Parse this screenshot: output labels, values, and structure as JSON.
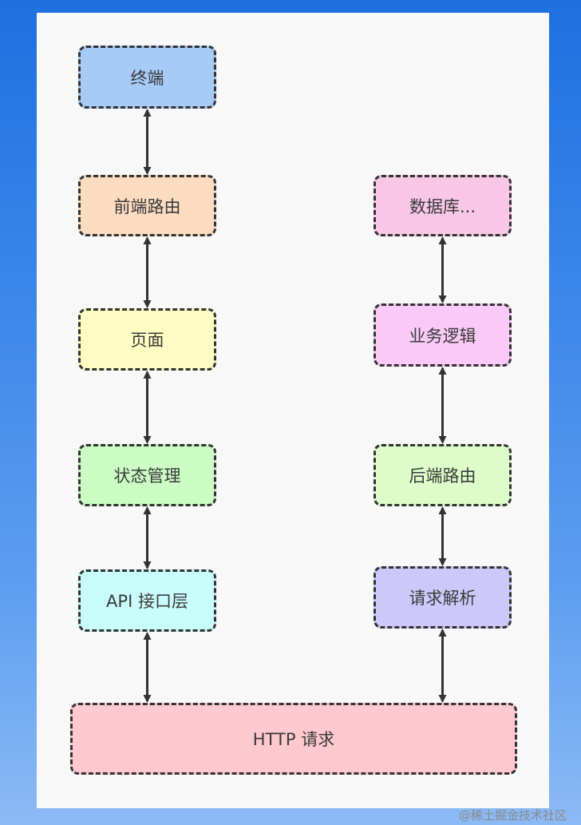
{
  "nodes": {
    "terminal": {
      "label": "终端",
      "color": "#a6cbf7"
    },
    "frontend_router": {
      "label": "前端路由",
      "color": "#fbdcc0"
    },
    "page": {
      "label": "页面",
      "color": "#fdfdc3"
    },
    "state_management": {
      "label": "状态管理",
      "color": "#cbfcc4"
    },
    "api_layer": {
      "label": "API 接口层",
      "color": "#c9fdfb"
    },
    "database": {
      "label": "数据库...",
      "color": "#f9c7e6"
    },
    "business_logic": {
      "label": "业务逻辑",
      "color": "#f9c9f7"
    },
    "backend_router": {
      "label": "后端路由",
      "color": "#dcfdc9"
    },
    "request_parsing": {
      "label": "请求解析",
      "color": "#cdc8fa"
    },
    "http_request": {
      "label": "HTTP 请求",
      "color": "#fdc8cf"
    }
  },
  "edges": [
    {
      "from": "terminal",
      "to": "frontend_router",
      "direction": "both"
    },
    {
      "from": "frontend_router",
      "to": "page",
      "direction": "both"
    },
    {
      "from": "page",
      "to": "state_management",
      "direction": "both"
    },
    {
      "from": "state_management",
      "to": "api_layer",
      "direction": "both"
    },
    {
      "from": "api_layer",
      "to": "http_request",
      "direction": "both"
    },
    {
      "from": "database",
      "to": "business_logic",
      "direction": "both"
    },
    {
      "from": "business_logic",
      "to": "backend_router",
      "direction": "both"
    },
    {
      "from": "backend_router",
      "to": "request_parsing",
      "direction": "both"
    },
    {
      "from": "request_parsing",
      "to": "http_request",
      "direction": "both"
    }
  ],
  "watermark": "@稀土掘金技术社区",
  "colors": {
    "edge": "#333333",
    "panel": "#f8f8f8"
  }
}
